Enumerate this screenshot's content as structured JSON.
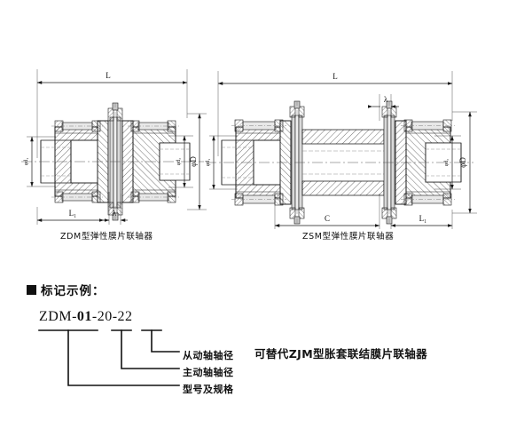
{
  "page": {
    "background": "#ffffff",
    "line_color": "#1a1a1a",
    "hatch_color": "#333333"
  },
  "drawings": [
    {
      "id": "zdm",
      "caption": "ZDM型弹性膜片联轴器",
      "dimensions": {
        "overall_length": "L",
        "hub_length": "L₁",
        "gap": "λ",
        "bore_left": "φd₁",
        "bore_right": "φd₂",
        "outer_diameter": "φD"
      }
    },
    {
      "id": "zsm",
      "caption": "ZSM型弹性膜片联轴器",
      "dimensions": {
        "overall_length": "L",
        "hub_length": "L₁",
        "gap": "λ",
        "spacer_length": "C",
        "bore_left": "φd₁",
        "bore_right": "φd₂",
        "outer_diameter": "φD"
      }
    }
  ],
  "marking_example": {
    "heading": "标记示例：",
    "bullet_icon": "filled-square-icon",
    "code": {
      "prefix": "ZDM",
      "sep": "-",
      "model": "01",
      "drive_bore": "20",
      "driven_bore": "22",
      "full": "ZDM-01-20-22"
    },
    "callouts": [
      {
        "label": "从动轴轴径"
      },
      {
        "label": "主动轴轴径"
      },
      {
        "label": "型号及规格"
      }
    ]
  },
  "note": {
    "text": "可替代ZJM型胀套联结膜片联轴器"
  }
}
